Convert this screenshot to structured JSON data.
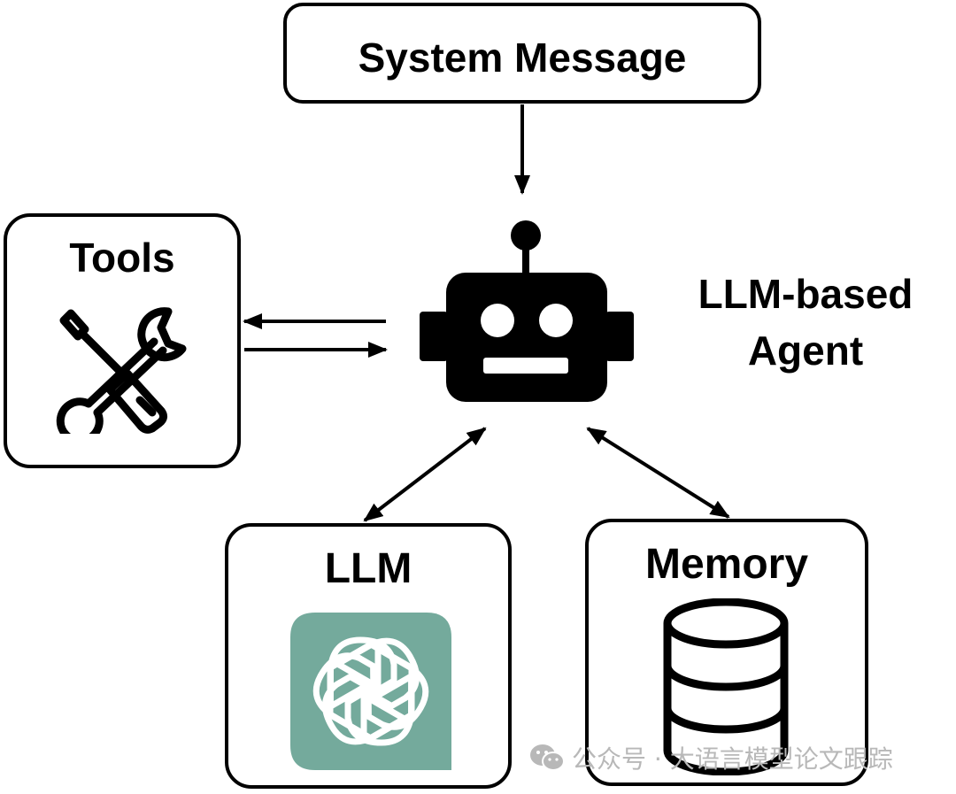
{
  "nodes": {
    "system_message": "System Message",
    "tools": "Tools",
    "agent_line1": "LLM-based",
    "agent_line2": "Agent",
    "llm": "LLM",
    "memory": "Memory"
  },
  "icons": {
    "agent": "robot-icon",
    "tools": "wrench-screwdriver-icon",
    "llm": "openai-logo",
    "memory": "database-icon"
  },
  "colors": {
    "line": "#000000",
    "llm_logo_bg": "#74aa9c",
    "watermark": "#b8b8b8"
  },
  "edges": [
    {
      "from": "System Message",
      "to": "LLM-based Agent",
      "direction": "one-way"
    },
    {
      "from": "LLM-based Agent",
      "to": "Tools",
      "direction": "one-way"
    },
    {
      "from": "Tools",
      "to": "LLM-based Agent",
      "direction": "one-way"
    },
    {
      "from": "LLM-based Agent",
      "to": "LLM",
      "direction": "two-way"
    },
    {
      "from": "LLM-based Agent",
      "to": "Memory",
      "direction": "two-way"
    }
  ],
  "watermark": {
    "text": "公众号 · 大语言模型论文跟踪"
  }
}
